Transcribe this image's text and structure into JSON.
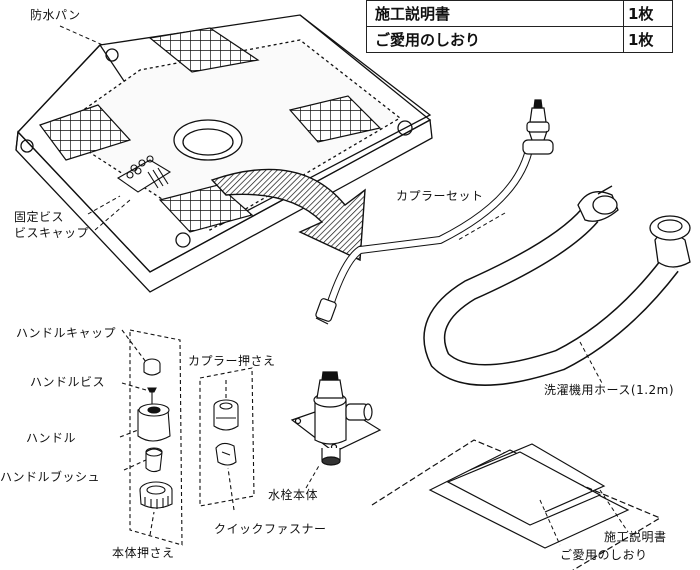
{
  "parts_table": [
    {
      "name": "施工説明書",
      "qty": "1枚"
    },
    {
      "name": "ご愛用のしおり",
      "qty": "1枚"
    }
  ],
  "labels": {
    "pan": "防水パン",
    "screw": "固定ビス",
    "screw_cap": "ビスキャップ",
    "coupler_set": "カプラーセット",
    "hose": "洗濯機用ホース(1.2m)",
    "handle_cap": "ハンドルキャップ",
    "handle_screw": "ハンドルビス",
    "handle": "ハンドル",
    "handle_bush": "ハンドルブッシュ",
    "body_holder": "本体押さえ",
    "coupler_holder": "カプラー押さえ",
    "quick_fastener": "クイックファスナー",
    "faucet_body": "水栓本体",
    "manual": "施工説明書",
    "booklet": "ご愛用のしおり"
  },
  "icons": {
    "arrow": "curved-arrow-icon",
    "pan": "waterproof-pan-icon",
    "hose": "hose-icon",
    "faucet": "faucet-icon"
  }
}
